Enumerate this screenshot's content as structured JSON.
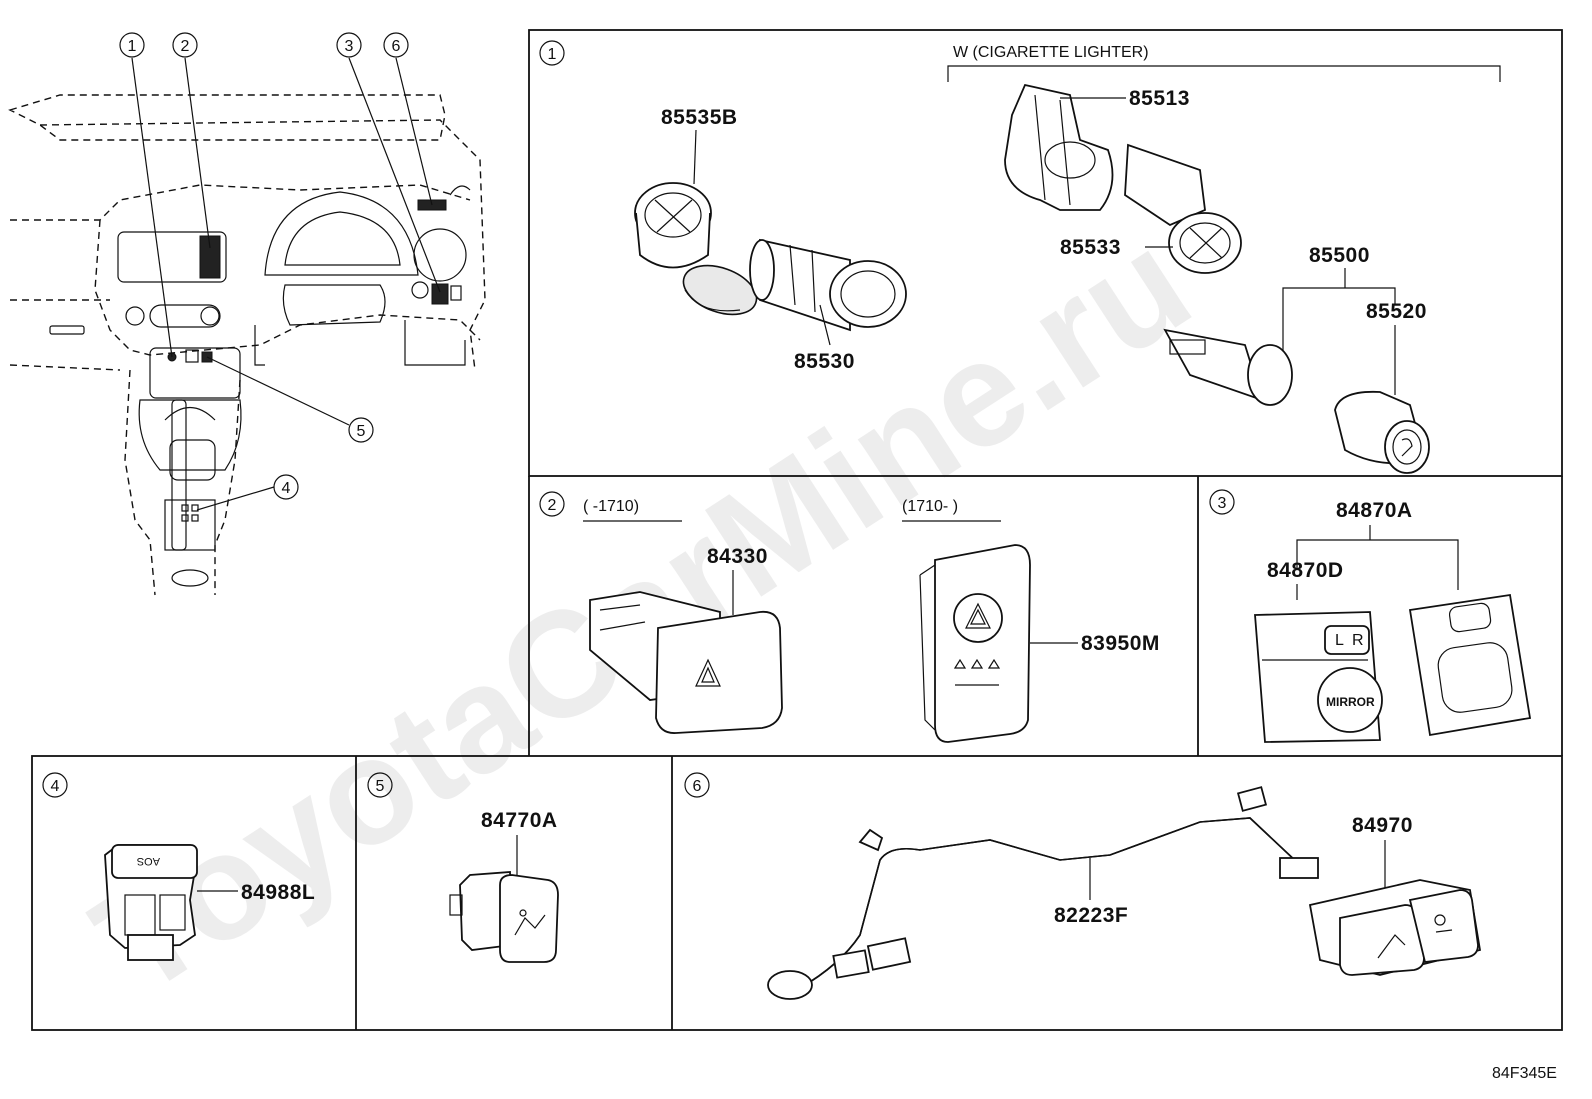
{
  "diagram_code": "84F345E",
  "watermark": "ToyotaCarMine.ru",
  "overview": {
    "callouts": [
      "1",
      "2",
      "3",
      "6",
      "5",
      "4"
    ]
  },
  "panels": {
    "p1": {
      "number": "1",
      "group_note": "W (CIGARETTE LIGHTER)",
      "parts": [
        "85535B",
        "85530",
        "85513",
        "85533",
        "85500",
        "85520"
      ]
    },
    "p2": {
      "number": "2",
      "note_a": "(        -1710)",
      "note_b": "(1710-        )",
      "parts": [
        "84330",
        "83950M"
      ]
    },
    "p3": {
      "number": "3",
      "parts": [
        "84870A",
        "84870D"
      ],
      "mirror_text": "MIRROR",
      "l_text": "L",
      "r_text": "R"
    },
    "p4": {
      "number": "4",
      "parts": [
        "84988L"
      ]
    },
    "p5": {
      "number": "5",
      "parts": [
        "84770A"
      ]
    },
    "p6": {
      "number": "6",
      "parts": [
        "82223F",
        "84970"
      ]
    }
  }
}
